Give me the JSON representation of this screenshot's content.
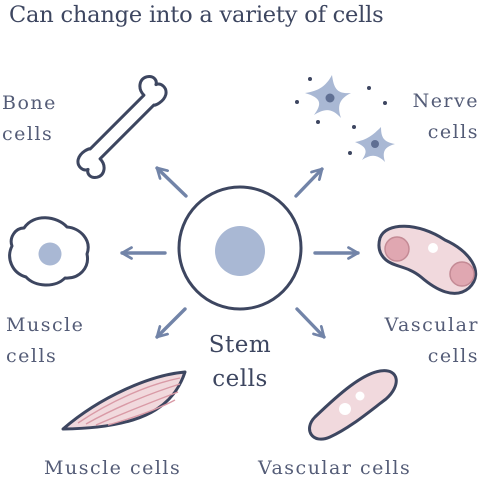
{
  "title": "Can change into a variety of cells",
  "center": {
    "line1": "Stem",
    "line2": "cells"
  },
  "labels": {
    "bone": {
      "line1": "Bone",
      "line2": "cells"
    },
    "nerve": {
      "line1": "Nerve",
      "line2": "cells"
    },
    "muscle_left": {
      "line1": "Muscle",
      "line2": "cells"
    },
    "vascular_right": {
      "line1": "Vascular",
      "line2": "cells"
    },
    "muscle_bottom": "Muscle cells",
    "vascular_bottom": "Vascular cells"
  },
  "colors": {
    "outline": "#3d4660",
    "arrow": "#7284a8",
    "blue_fill": "#a9b8d4",
    "pink_fill": "#f1d9dd",
    "pink_dark": "#e0a7b1"
  }
}
